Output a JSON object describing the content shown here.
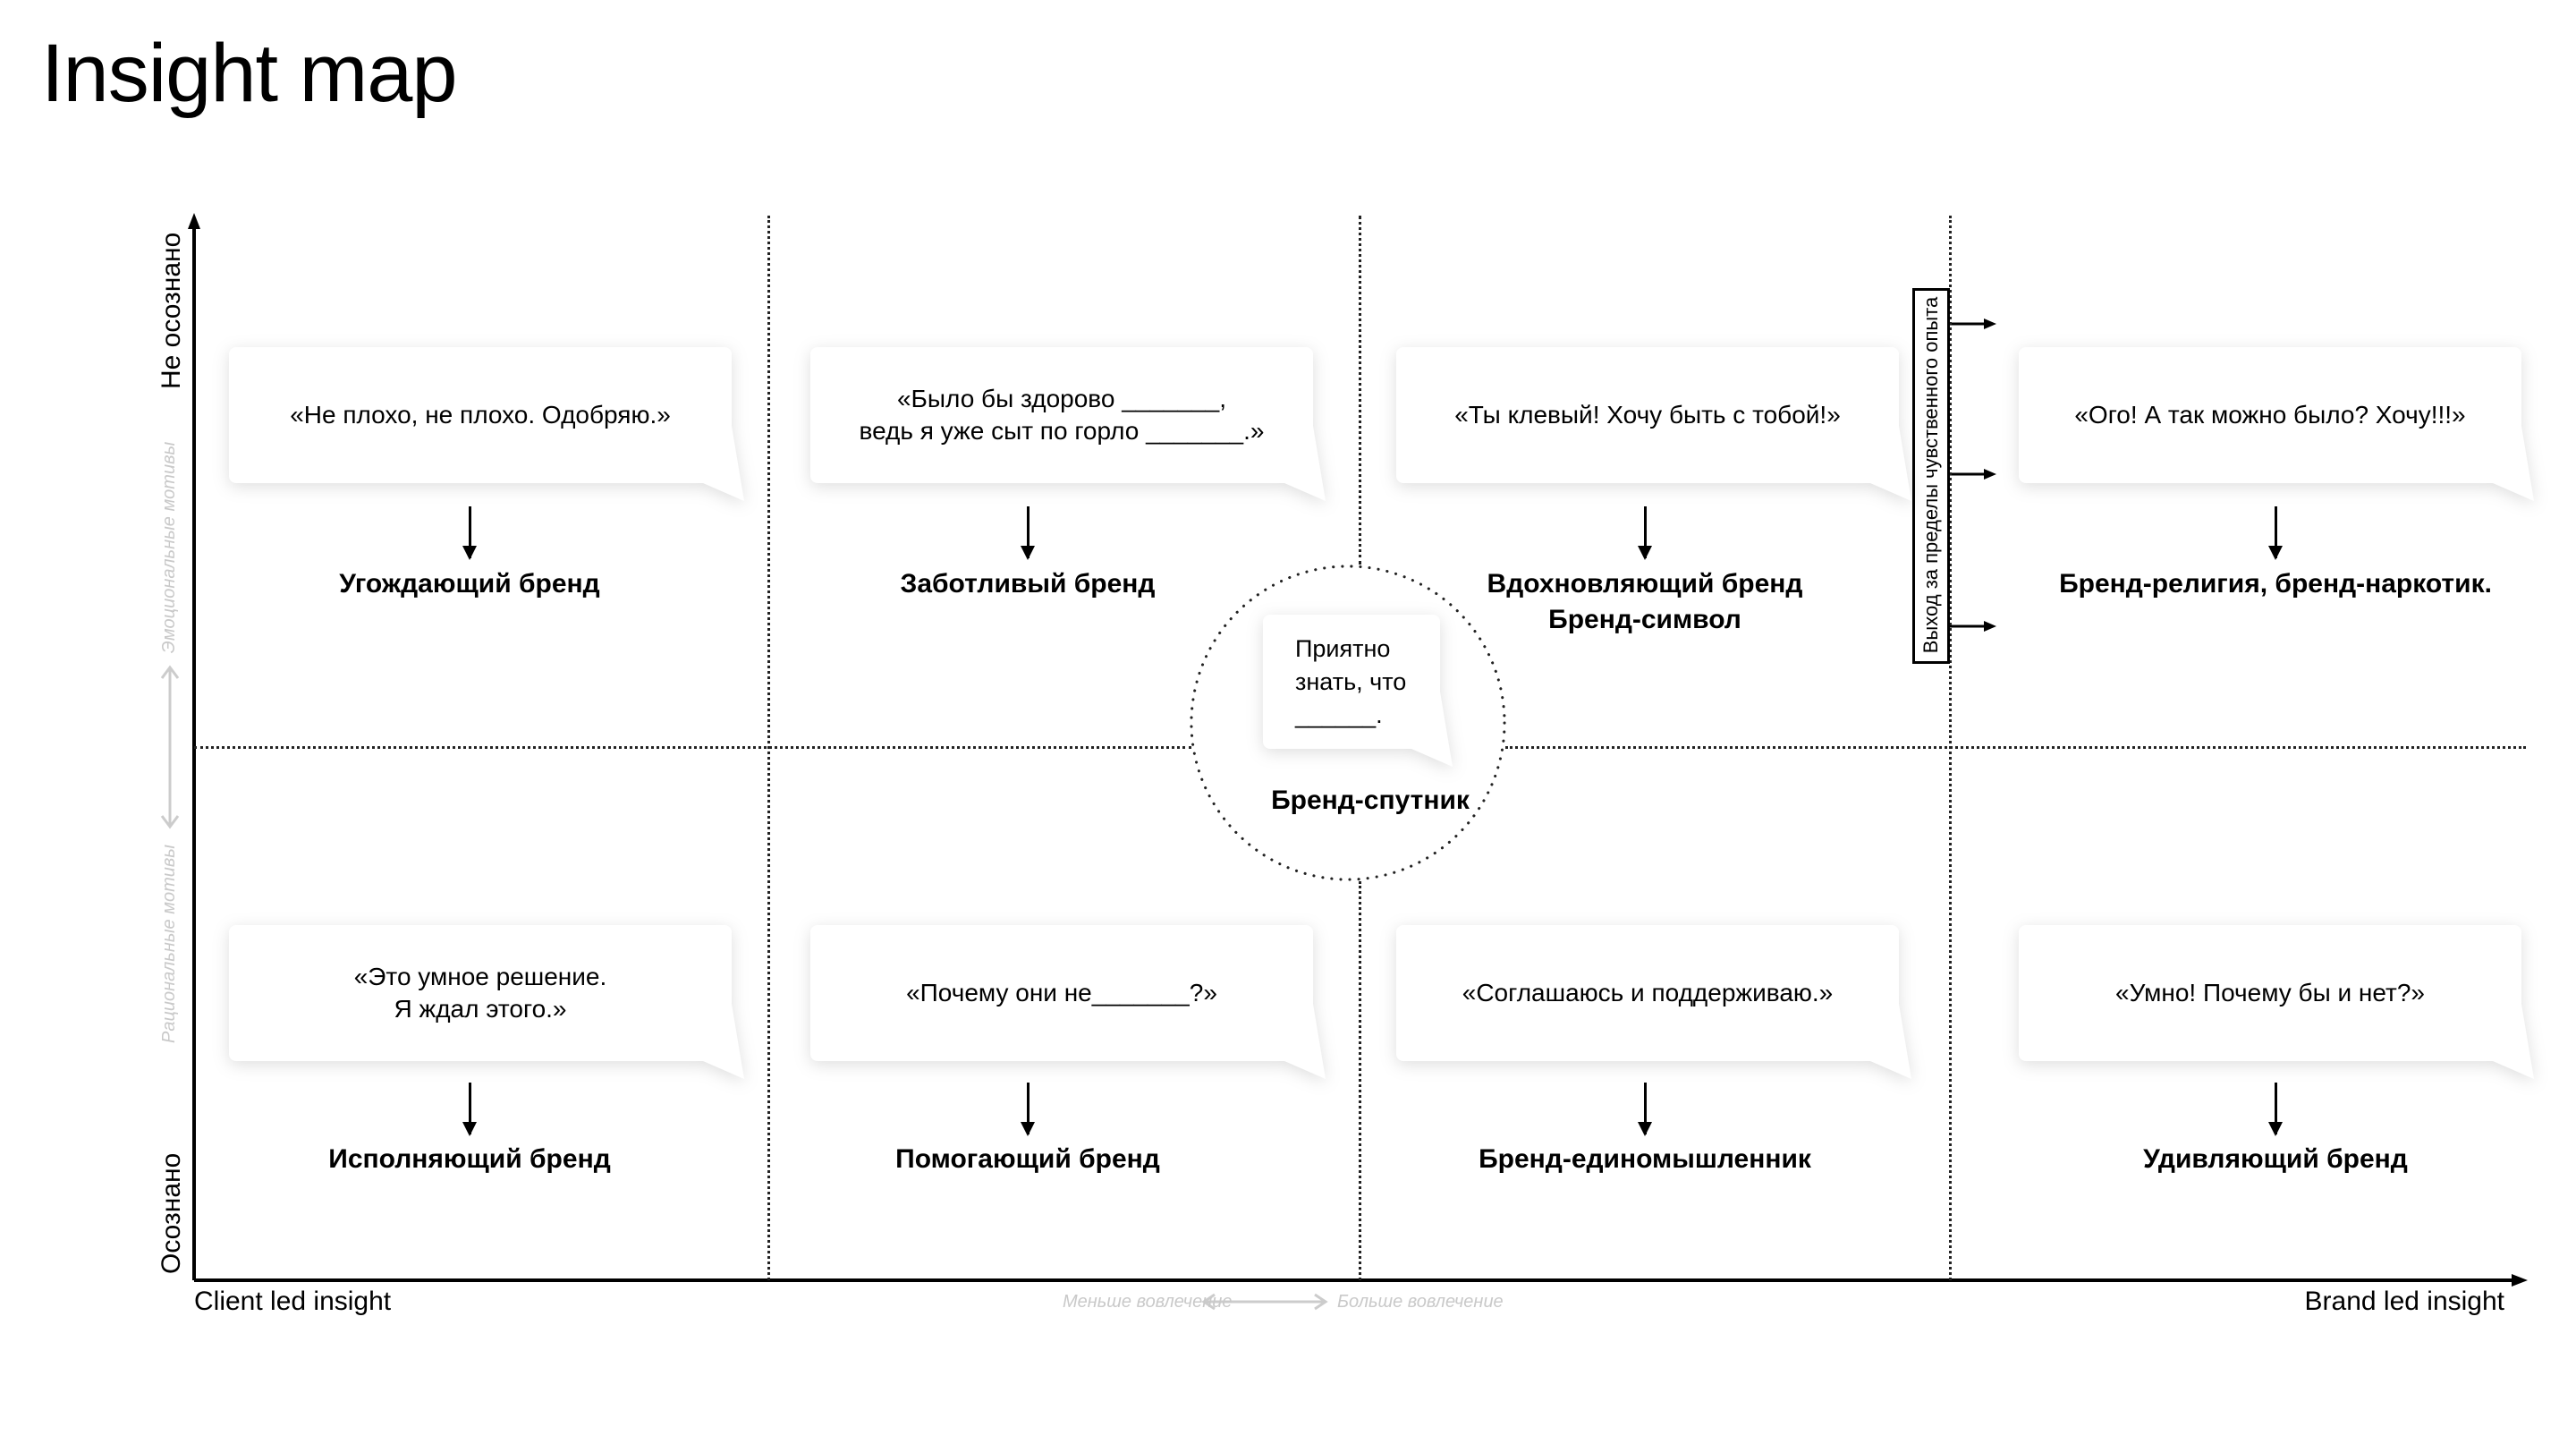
{
  "title": "Insight map",
  "axes": {
    "y_top": "Не осознано",
    "y_bottom": "Осознано",
    "y_mid_top": "Эмоциональные мотивы",
    "y_mid_bottom": "Рациональные мотивы",
    "x_left": "Client led insight",
    "x_right": "Brand led insight",
    "x_mid_left": "Меньше вовлечение",
    "x_mid_right": "Больше вовлечение"
  },
  "side_note": "Выход за пределы чувственного опыта",
  "cells": [
    {
      "quote": "«Не плохо, не плохо. Одобряю.»",
      "brand": "Угождающий бренд"
    },
    {
      "quote": "«Было бы здорово _______,\nведь я уже сыт по горло _______.»",
      "brand": "Заботливый бренд"
    },
    {
      "quote": "«Ты клевый! Хочу быть с тобой!»",
      "brand": "Вдохновляющий бренд\nБренд-символ"
    },
    {
      "quote": "«Ого! А так можно было? Хочу!!!»",
      "brand": "Бренд-религия, бренд-наркотик."
    },
    {
      "quote": "«Это умное решение.\nЯ ждал этого.»",
      "brand": "Исполняющий бренд"
    },
    {
      "quote": "«Почему они не_______?»",
      "brand": "Помогающий бренд"
    },
    {
      "quote": "«Соглашаюсь и поддерживаю.»",
      "brand": "Бренд-единомышленник"
    },
    {
      "quote": "«Умно! Почему бы и нет?»",
      "brand": "Удивляющий бренд"
    }
  ],
  "center": {
    "quote": "Приятно\nзнать, что\n______.",
    "brand": "Бренд-спутник"
  }
}
